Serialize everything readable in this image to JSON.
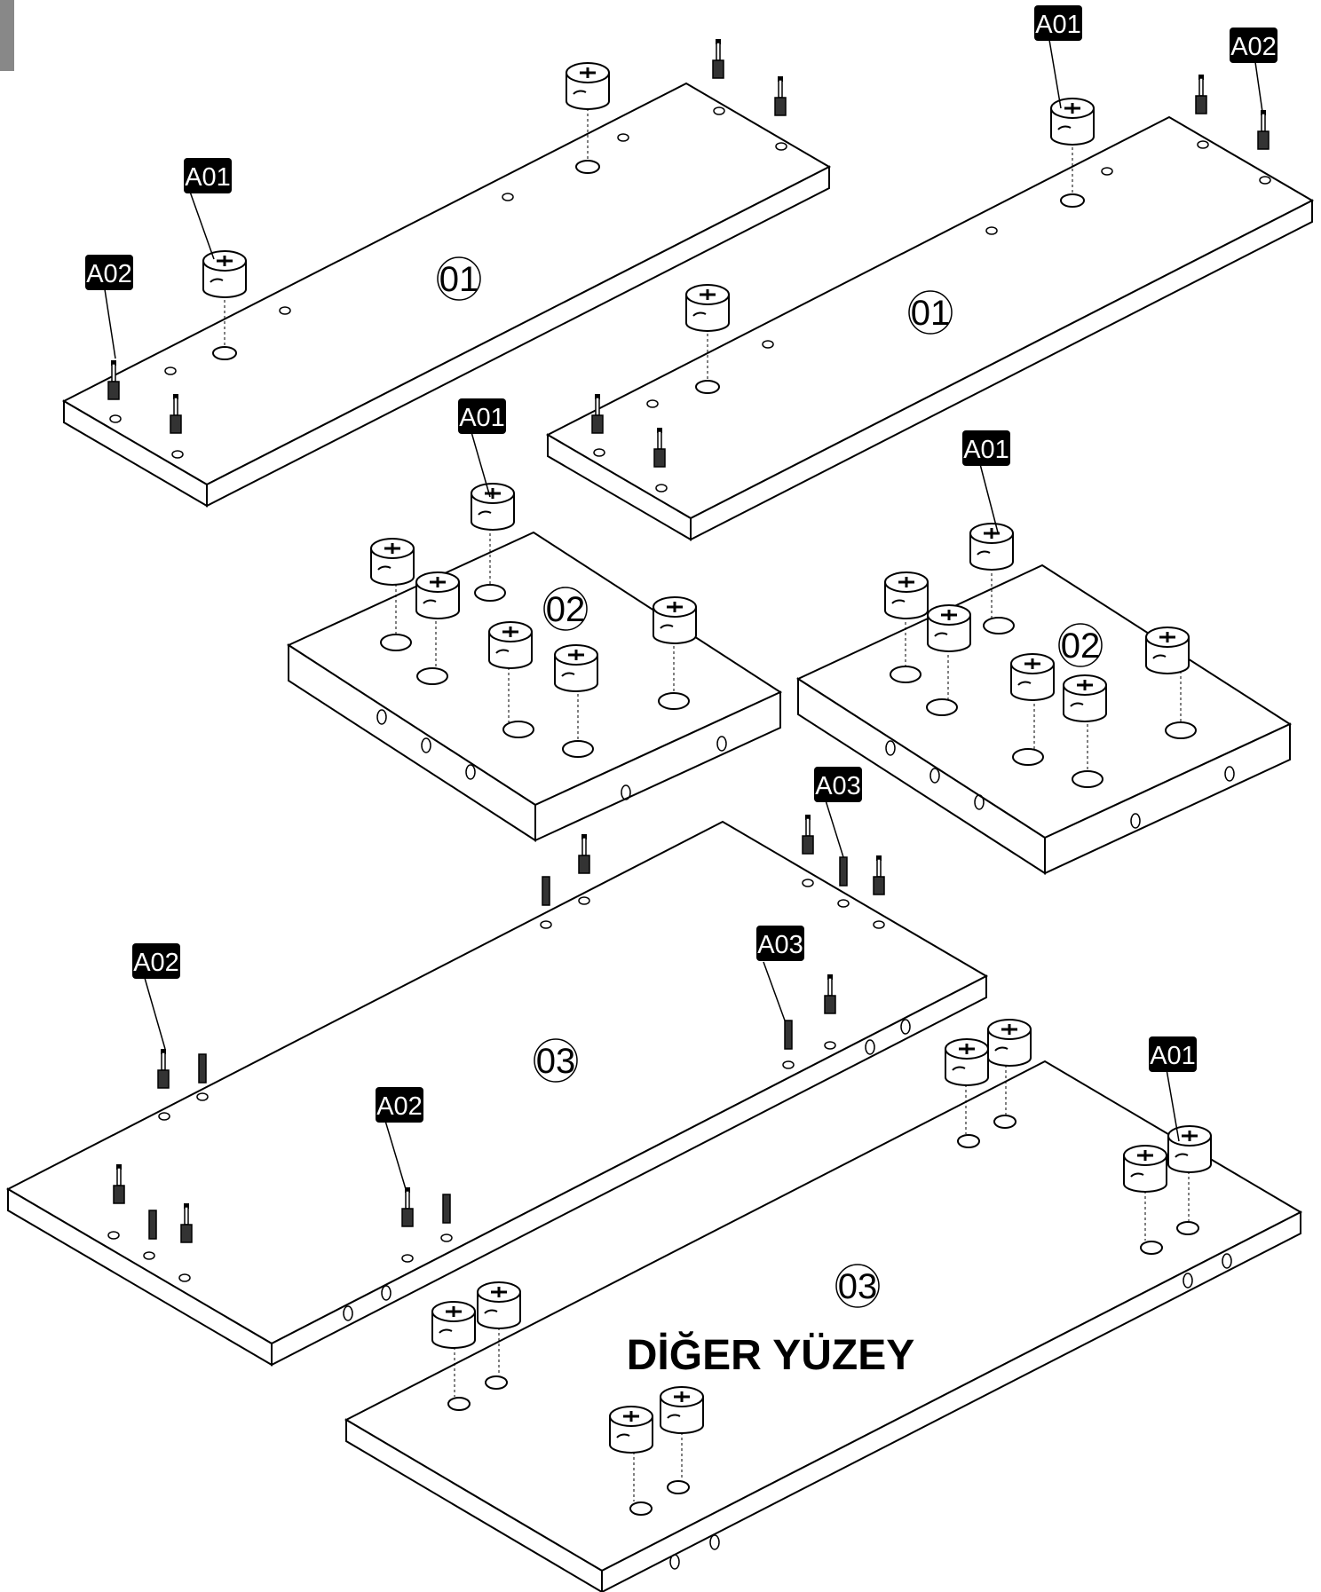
{
  "diagram": {
    "side_label": "DİĞER YÜZEY",
    "panel_labels": [
      "01",
      "01",
      "02",
      "02",
      "03",
      "03"
    ],
    "callouts": [
      "A01",
      "A02",
      "A01",
      "A02",
      "A01",
      "A01",
      "A03",
      "A02",
      "A03",
      "A02",
      "A01"
    ]
  }
}
